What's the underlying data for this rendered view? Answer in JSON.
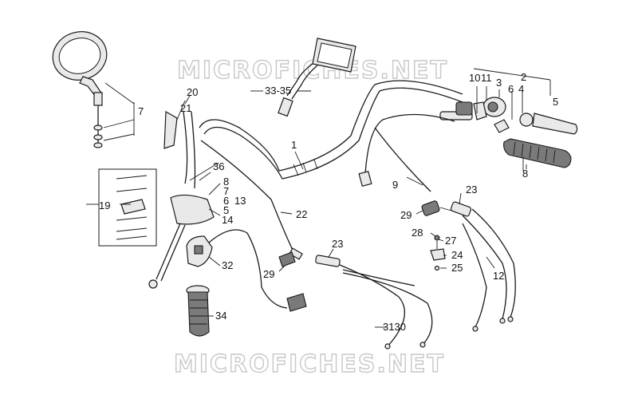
{
  "watermark": {
    "top": "MICROFICHES.NET",
    "bottom": "MICROFICHES.NET"
  },
  "labels": {
    "l1": "1",
    "l2": "2",
    "l3": "3",
    "l4": "4",
    "l5": "5",
    "l6": "6",
    "l7": "7",
    "l8": "8",
    "l9": "9",
    "l10": "10",
    "l11": "11",
    "l12": "12",
    "l19": "19",
    "l20": "20",
    "l21": "21",
    "l22": "22",
    "l23a": "23",
    "l23b": "23",
    "l24": "24",
    "l25": "25",
    "l27": "27",
    "l28": "28",
    "l29a": "29",
    "l29b": "29",
    "l3130": "3130",
    "l32": "32",
    "l33_35": "33-35",
    "l34": "34",
    "l36": "36",
    "s8": "8",
    "s7": "7",
    "s6": "6",
    "s13": "13",
    "s5": "5",
    "s14": "14"
  }
}
